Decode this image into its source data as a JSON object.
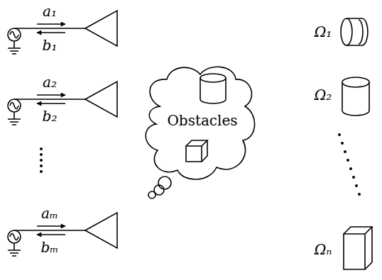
{
  "diagram": {
    "nodes": [
      {
        "text": [
          "Obstacles"
        ]
      }
    ],
    "labels": [
      "a₁",
      "b₁",
      "a₂",
      "b₂",
      "aₘ",
      "bₘ",
      "Ω₁",
      "Ω₂",
      "Ωₙ"
    ]
  }
}
